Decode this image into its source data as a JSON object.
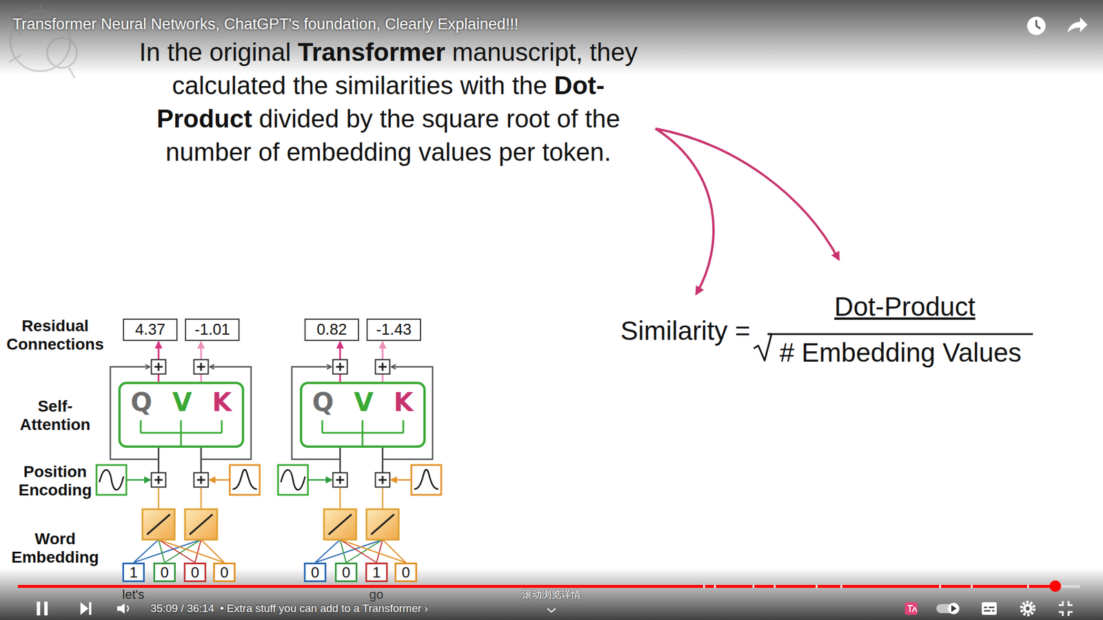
{
  "diagram": {
    "title": "Transformer Neural Networks, ChatGPT's foundation, Clearly Explained!!!",
    "nodes": [
      {
        "text": [
          "4.37"
        ]
      },
      {
        "text": [
          "-1.01"
        ]
      },
      {
        "text": [
          "0.82"
        ]
      },
      {
        "text": [
          "-1.43"
        ]
      },
      {
        "text": [
          "Q",
          "V",
          "K"
        ]
      },
      {
        "text": [
          "Q",
          "V",
          "K"
        ]
      },
      {
        "text": [
          "1"
        ]
      },
      {
        "text": [
          "0"
        ]
      },
      {
        "text": [
          "0"
        ]
      },
      {
        "text": [
          "0"
        ]
      },
      {
        "text": [
          "0"
        ]
      },
      {
        "text": [
          "0"
        ]
      },
      {
        "text": [
          "1"
        ]
      },
      {
        "text": [
          "0"
        ]
      }
    ],
    "edges": [
      {
        "from": 4,
        "to": 0,
        "arrow": "to"
      },
      {
        "from": 4,
        "to": 1,
        "arrow": "to"
      },
      {
        "from": 5,
        "to": 2,
        "arrow": "to"
      },
      {
        "from": 5,
        "to": 3,
        "arrow": "to"
      }
    ],
    "labels": [
      "In the original",
      "Transformer",
      "manuscript, they calculated the similarities with the",
      "Dot-Product",
      "divided by the square root of the number of embedding values per token.",
      "Residual Connections",
      "Dot-Product",
      "Similarity =",
      "# Embedding Values",
      "Self- Attention",
      "Position Encoding",
      "Word Embedding",
      "let's",
      "go",
      "35:09 / 36:14",
      "• Extra stuff you can add to a Transformer ›",
      "滚动浏览详情"
    ]
  }
}
